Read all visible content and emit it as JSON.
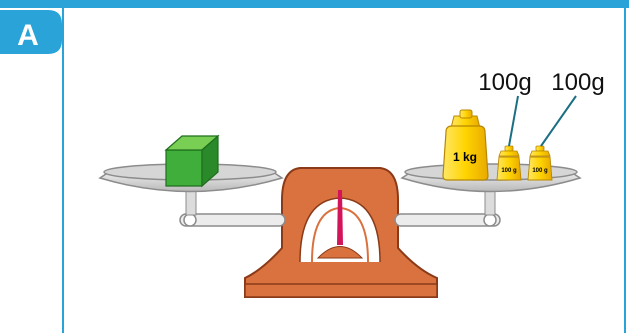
{
  "panel": {
    "badge": "A",
    "frame_color": "#2aa3d8"
  },
  "left_pan": {
    "object": "green-cube"
  },
  "right_pan": {
    "big_weight_label": "1 kg",
    "small_weight_label_1": "100 g",
    "small_weight_label_2": "100 g"
  },
  "callouts": {
    "label_1": "100g",
    "label_2": "100g"
  },
  "colors": {
    "scale_body": "#d9723f",
    "weight_gold": "#f5c300",
    "cube_green": "#3fae3a",
    "needle": "#d4145a"
  }
}
